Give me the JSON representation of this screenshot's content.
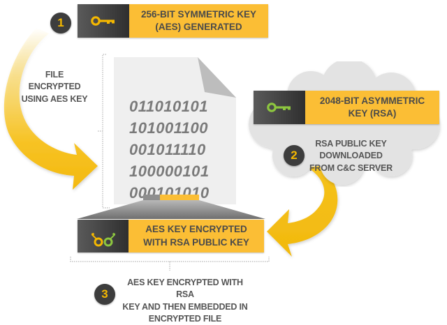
{
  "colors": {
    "accent_yellow": "#fbbe35",
    "dark_panel": "#3d3d3d",
    "key_yellow": "#f5b800",
    "key_green": "#8dc63f",
    "text_gray": "#555555",
    "binary_gray": "#7a7a7a",
    "cloud_gray": "#e3e3e3",
    "file_gray": "#efefef"
  },
  "steps": [
    {
      "number": "1",
      "key_icon": "key-icon-yellow",
      "box_label": "256-BIT SYMMETRIC KEY\n(AES) GENERATED",
      "caption": "FILE ENCRYPTED\nUSING AES KEY"
    },
    {
      "number": "2",
      "key_icon": "key-icon-green",
      "box_label": "2048-BIT ASYMMETRIC\nKEY (RSA)",
      "caption": "RSA PUBLIC KEY\nDOWNLOADED\nFROM C&C SERVER"
    },
    {
      "number": "3",
      "key_icon": "two-keys-icon",
      "box_label": "AES KEY ENCRYPTED\nWITH RSA PUBLIC KEY",
      "caption": "AES KEY ENCRYPTED WITH RSA\nKEY AND THEN EMBEDDED IN\nENCRYPTED FILE"
    }
  ],
  "file": {
    "binary_lines": [
      "011010101",
      "101001100",
      "001011110",
      "100000101",
      "000101010"
    ],
    "footer_bar": {
      "gray_fraction": 0.3,
      "yellow_fraction": 0.7
    }
  }
}
